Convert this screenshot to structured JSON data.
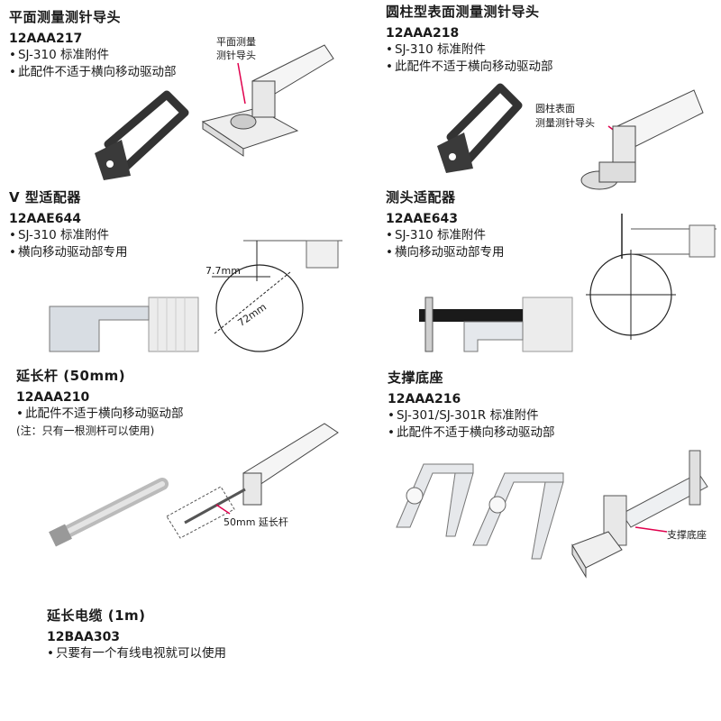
{
  "sections": [
    {
      "title": "平面测量测针导头",
      "code": "12AAA217",
      "bullets": [
        "SJ-310 标准附件",
        "此配件不适于横向移动驱动部"
      ],
      "callout": [
        "平面测量",
        "测针导头"
      ]
    },
    {
      "title": "圆柱型表面测量测针导头",
      "code": "12AAA218",
      "bullets": [
        "SJ-310 标准附件",
        "此配件不适于横向移动驱动部"
      ],
      "callout": [
        "圆柱表面",
        "测量测针导头"
      ]
    },
    {
      "title": "V 型适配器",
      "code": "12AAE644",
      "bullets": [
        "SJ-310 标准附件",
        "横向移动驱动部专用"
      ],
      "dims": [
        "7.7mm",
        "72mm"
      ]
    },
    {
      "title": "测头适配器",
      "code": "12AAE643",
      "bullets": [
        "SJ-310 标准附件",
        "横向移动驱动部专用"
      ]
    },
    {
      "title": "延长杆 (50mm)",
      "code": "12AAA210",
      "bullets": [
        "此配件不适于横向移动驱动部"
      ],
      "note": "(注：只有一根测杆可以使用)",
      "callout": "50mm 延长杆"
    },
    {
      "title": "支撑底座",
      "code": "12AAA216",
      "bullets": [
        "SJ-301/SJ-301R 标准附件",
        "此配件不适于横向移动驱动部"
      ],
      "callout": "支撑底座"
    },
    {
      "title": "延长电缆 (1m)",
      "code": "12BAA303",
      "bullets": [
        "只要有一个有线电视就可以使用"
      ]
    }
  ]
}
